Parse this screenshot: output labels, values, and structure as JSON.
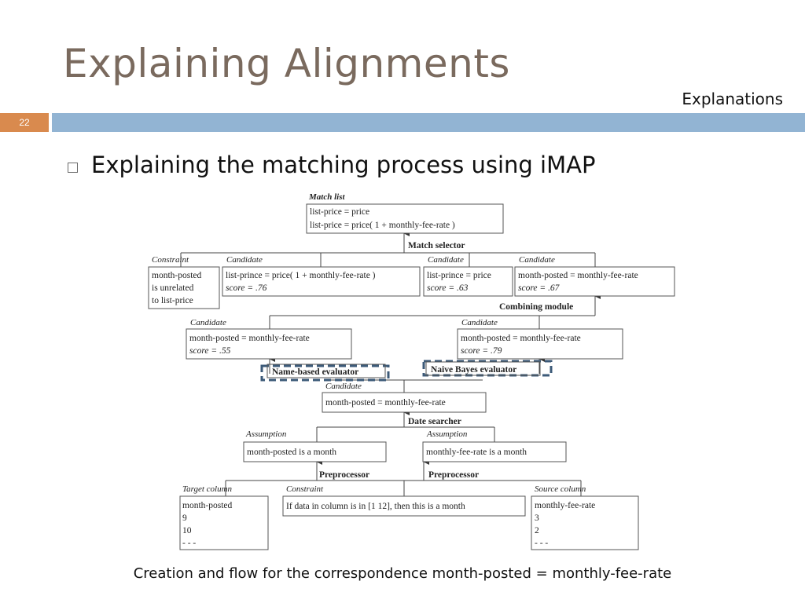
{
  "slide": {
    "title": "Explaining Alignments",
    "section": "Explanations",
    "page_number": "22",
    "bullet": "Explaining the matching process using iMAP",
    "caption": "Creation and flow for the correspondence month-posted = monthly-fee-rate"
  },
  "diagram": {
    "match_list": {
      "label": "Match list",
      "lines": [
        "list-price = price",
        "list-price = price( 1 + monthly-fee-rate )"
      ]
    },
    "match_selector": "Match selector",
    "constraint_top": {
      "label": "Constraint",
      "lines": [
        "month-posted",
        "is unrelated",
        "to list-price"
      ]
    },
    "candidate_1": {
      "label": "Candidate",
      "lines": [
        "list-prince = price( 1 + monthly-fee-rate )",
        "score = .76"
      ]
    },
    "candidate_2": {
      "label": "Candidate",
      "lines": [
        "list-prince = price",
        "score = .63"
      ]
    },
    "candidate_3": {
      "label": "Candidate",
      "lines": [
        "month-posted = monthly-fee-rate",
        "score = .67"
      ]
    },
    "combining_module": "Combining module",
    "candidate_4": {
      "label": "Candidate",
      "lines": [
        "month-posted = monthly-fee-rate",
        "score = .55"
      ]
    },
    "candidate_5": {
      "label": "Candidate",
      "lines": [
        "month-posted = monthly-fee-rate",
        "score = .79"
      ]
    },
    "name_based_evaluator": "Name-based evaluator",
    "naive_bayes_evaluator": "Naive Bayes evaluator",
    "candidate_6": {
      "label": "Candidate",
      "lines": [
        "month-posted = monthly-fee-rate"
      ]
    },
    "date_searcher": "Date searcher",
    "assumption_1": {
      "label": "Assumption",
      "lines": [
        "month-posted is a month"
      ]
    },
    "assumption_2": {
      "label": "Assumption",
      "lines": [
        "monthly-fee-rate is a month"
      ]
    },
    "preprocessor_1": "Preprocessor",
    "preprocessor_2": "Preprocessor",
    "target_column": {
      "label": "Target column",
      "lines": [
        "month-posted",
        "9",
        "10",
        "- - -"
      ]
    },
    "constraint_bottom": {
      "label": "Constraint",
      "lines": [
        "If data in column is in [1 12], then this is a month"
      ]
    },
    "source_column": {
      "label": "Source column",
      "lines": [
        "monthly-fee-rate",
        "3",
        "2",
        "- - -"
      ]
    },
    "highlight_color": "#3c5a78"
  }
}
